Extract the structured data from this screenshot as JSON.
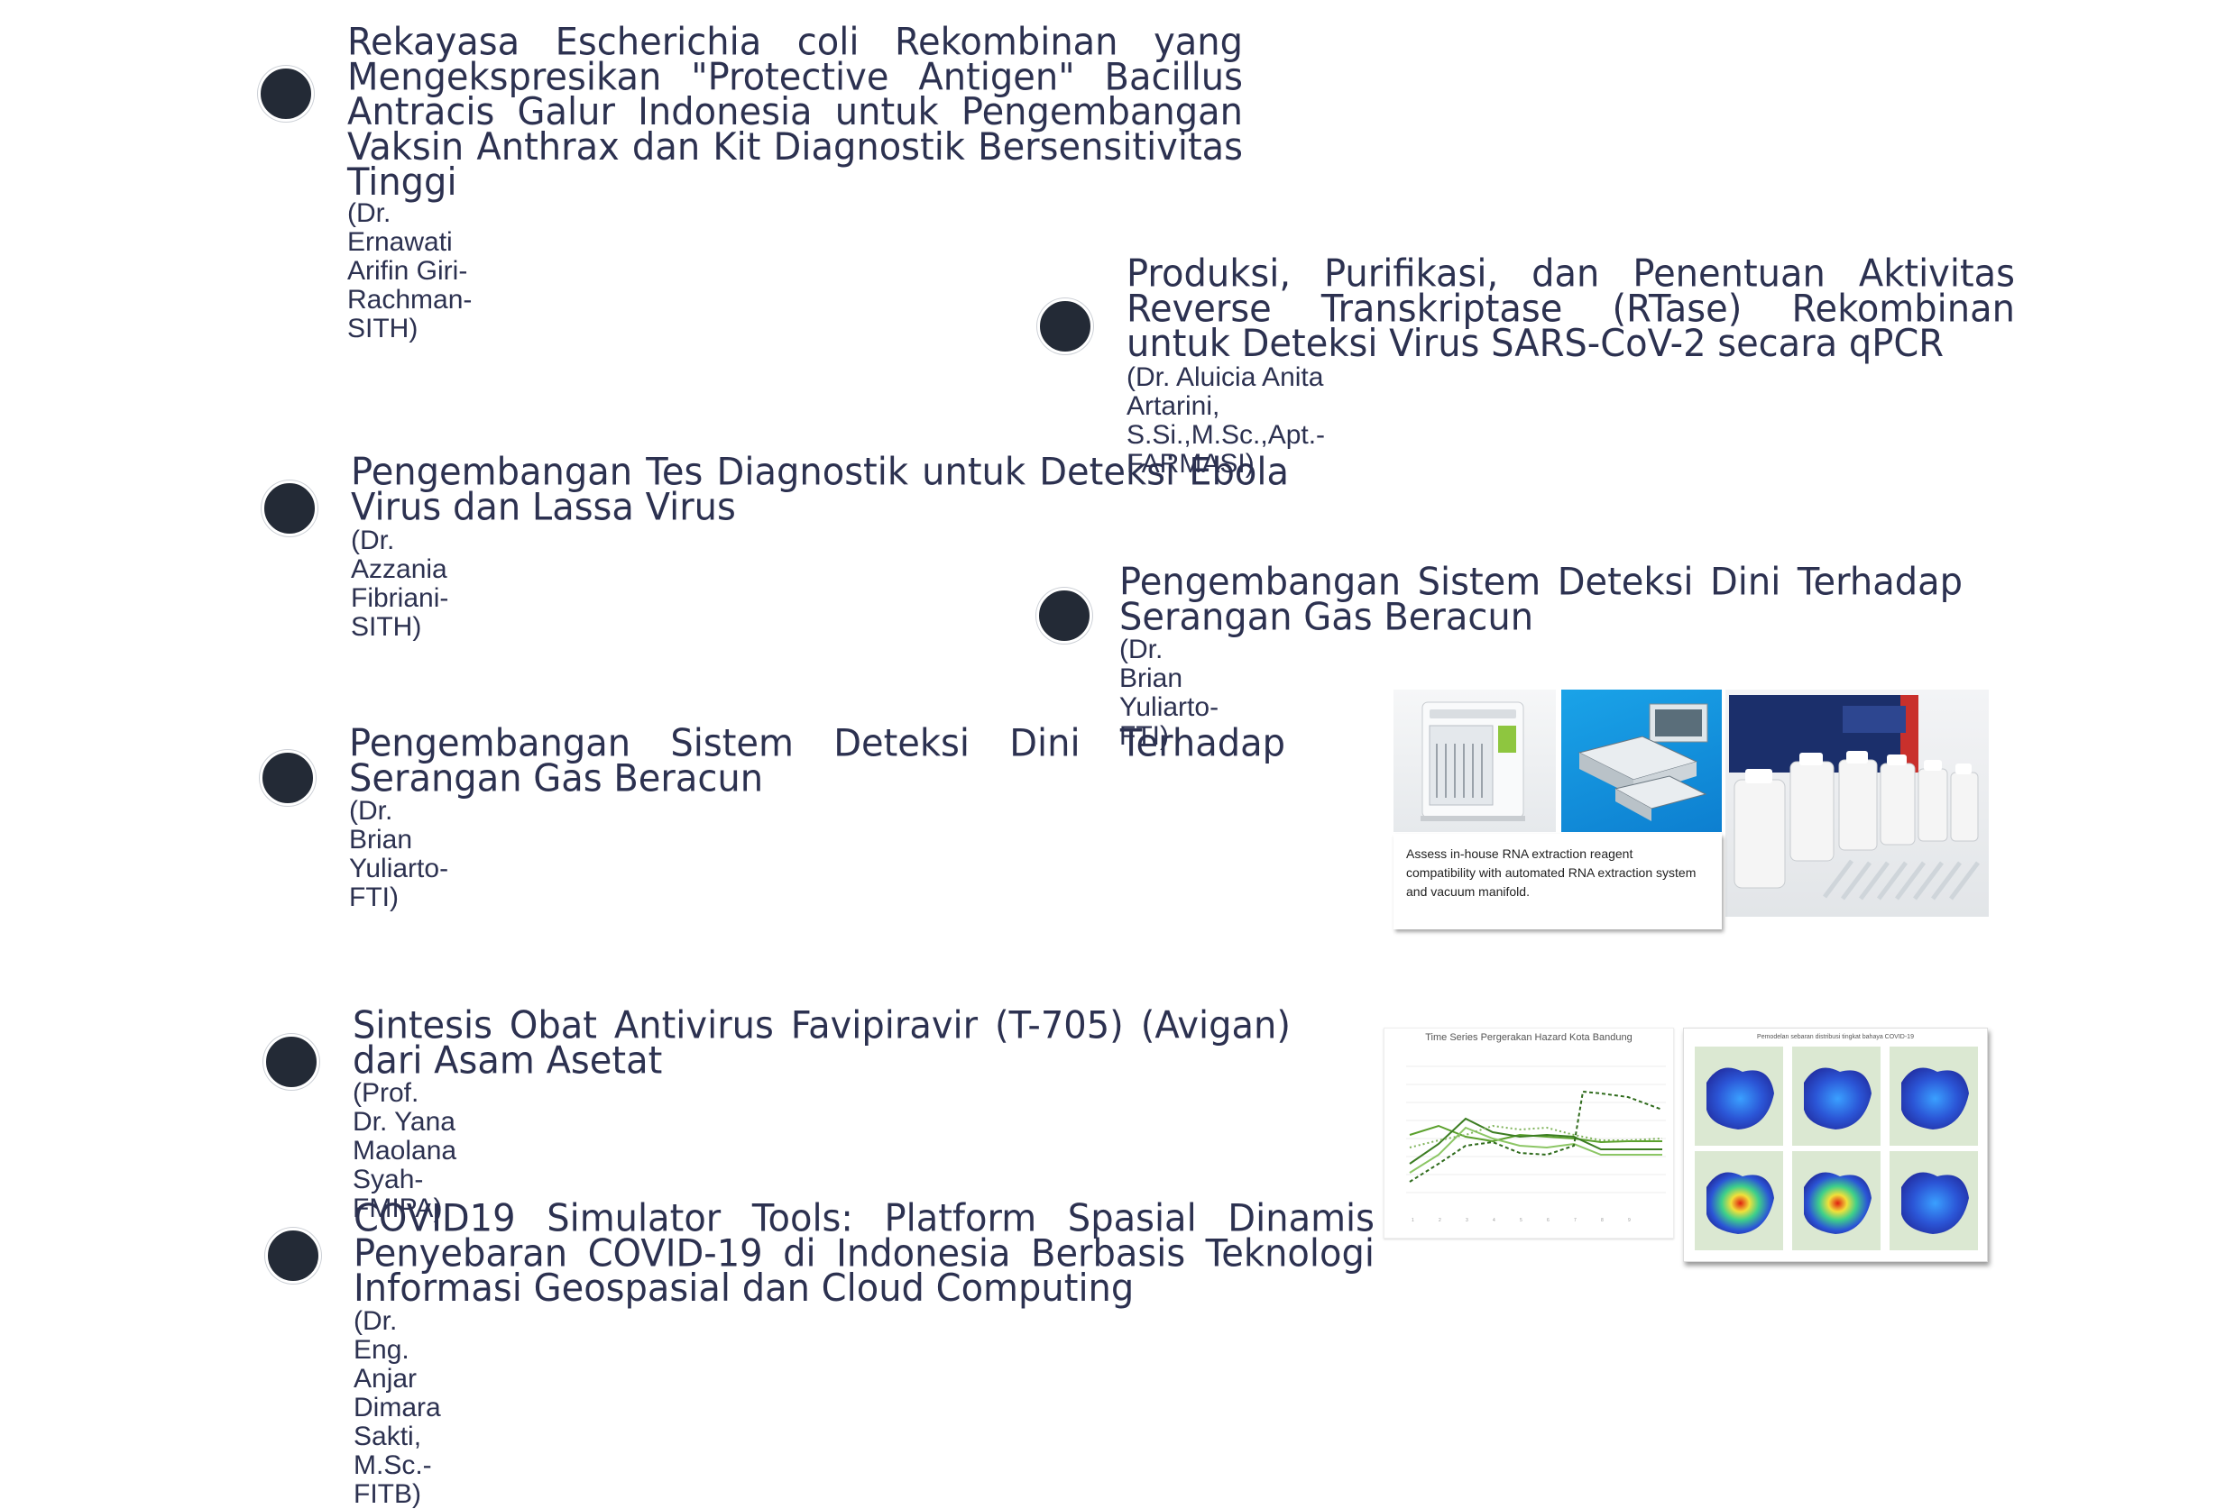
{
  "projects": [
    {
      "title": "Rekayasa Escherichia coli Rekombinan yang Mengekspresikan \"Protective Antigen\" Bacillus Antracis Galur Indonesia untuk Pengembangan Vaksin Anthrax dan Kit Diagnostik Bersensitivitas Tinggi",
      "author": "(Dr. Ernawati Arifin Giri-Rachman-SITH)"
    },
    {
      "title": "Produksi, Purifikasi, dan Penentuan Aktivitas Reverse Transkriptase (RTase) Rekombinan untuk Deteksi Virus SARS-CoV-2 secara qPCR",
      "author": "(Dr. Aluicia Anita Artarini, S.Si.,M.Sc.,Apt.-FARMASI)"
    },
    {
      "title": "Pengembangan Tes Diagnostik untuk Deteksi Ebola Virus dan Lassa Virus",
      "author": "(Dr. Azzania Fibriani-SITH)"
    },
    {
      "title": "Pengembangan Sistem Deteksi Dini Terhadap Serangan Gas Beracun",
      "author": "(Dr. Brian Yuliarto-FTI)"
    },
    {
      "title": "Pengembangan Sistem Deteksi Dini Terhadap Serangan Gas Beracun",
      "author": "(Dr. Brian Yuliarto-FTI)"
    },
    {
      "title": "Sintesis Obat Antivirus Favipiravir (T-705) (Avigan) dari Asam Asetat",
      "author": "(Prof. Dr. Yana Maolana Syah-FMIPA)"
    },
    {
      "title": "COVID19 Simulator Tools: Platform Spasial Dinamis Penyebaran COVID-19 di Indonesia Berbasis Teknologi Informasi Geospasial dan Cloud Computing",
      "author": "(Dr. Eng. Anjar Dimara Sakti, M.Sc.-FITB)"
    }
  ],
  "figure_rna": {
    "caption_line1": "Assess  in-house RNA extraction reagent",
    "caption_line2": "compatibility with automated RNA extraction system",
    "caption_line3": "and vacuum manifold."
  },
  "figure_hazard": {
    "chart_title": "Time Series Pergerakan Hazard Kota Bandung",
    "maps_title": "Pemodelan sebaran distribusi tingkat bahaya COVID-19"
  },
  "colors": {
    "text": "#2c3150",
    "bullet": "#232a36",
    "line_series": "#5aa02c"
  }
}
